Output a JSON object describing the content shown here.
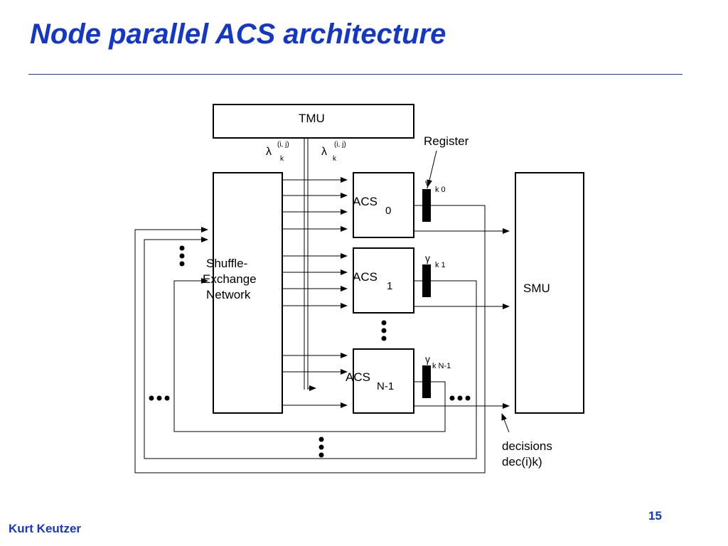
{
  "slide": {
    "title": "Node parallel ACS architecture",
    "author": "Kurt Keutzer",
    "page_number": "15",
    "accent_color": "#1437c8"
  },
  "diagram": {
    "tmu_label": "TMU",
    "smu_label": "SMU",
    "shuffle_network_lines": [
      "Shuffle-",
      "Exchange",
      "Network"
    ],
    "acs_units": [
      {
        "label": "ACS",
        "subscript": "0",
        "gamma": "γ",
        "gamma_sub": "k 0"
      },
      {
        "label": "ACS",
        "subscript": "1",
        "gamma": "γ",
        "gamma_sub": "k 1"
      },
      {
        "label": "ACS",
        "subscript": "N-1",
        "gamma": "γ",
        "gamma_sub": "k N-1"
      }
    ],
    "lambda_labels": [
      {
        "symbol": "λ",
        "sub": "k",
        "sup": "(i, j)"
      },
      {
        "symbol": "λ",
        "sub": "k",
        "sup": "(i, j)"
      }
    ],
    "register_label": "Register",
    "decisions_lines": [
      "decisions",
      "dec(i)k)"
    ],
    "ellipsis": "•••"
  }
}
